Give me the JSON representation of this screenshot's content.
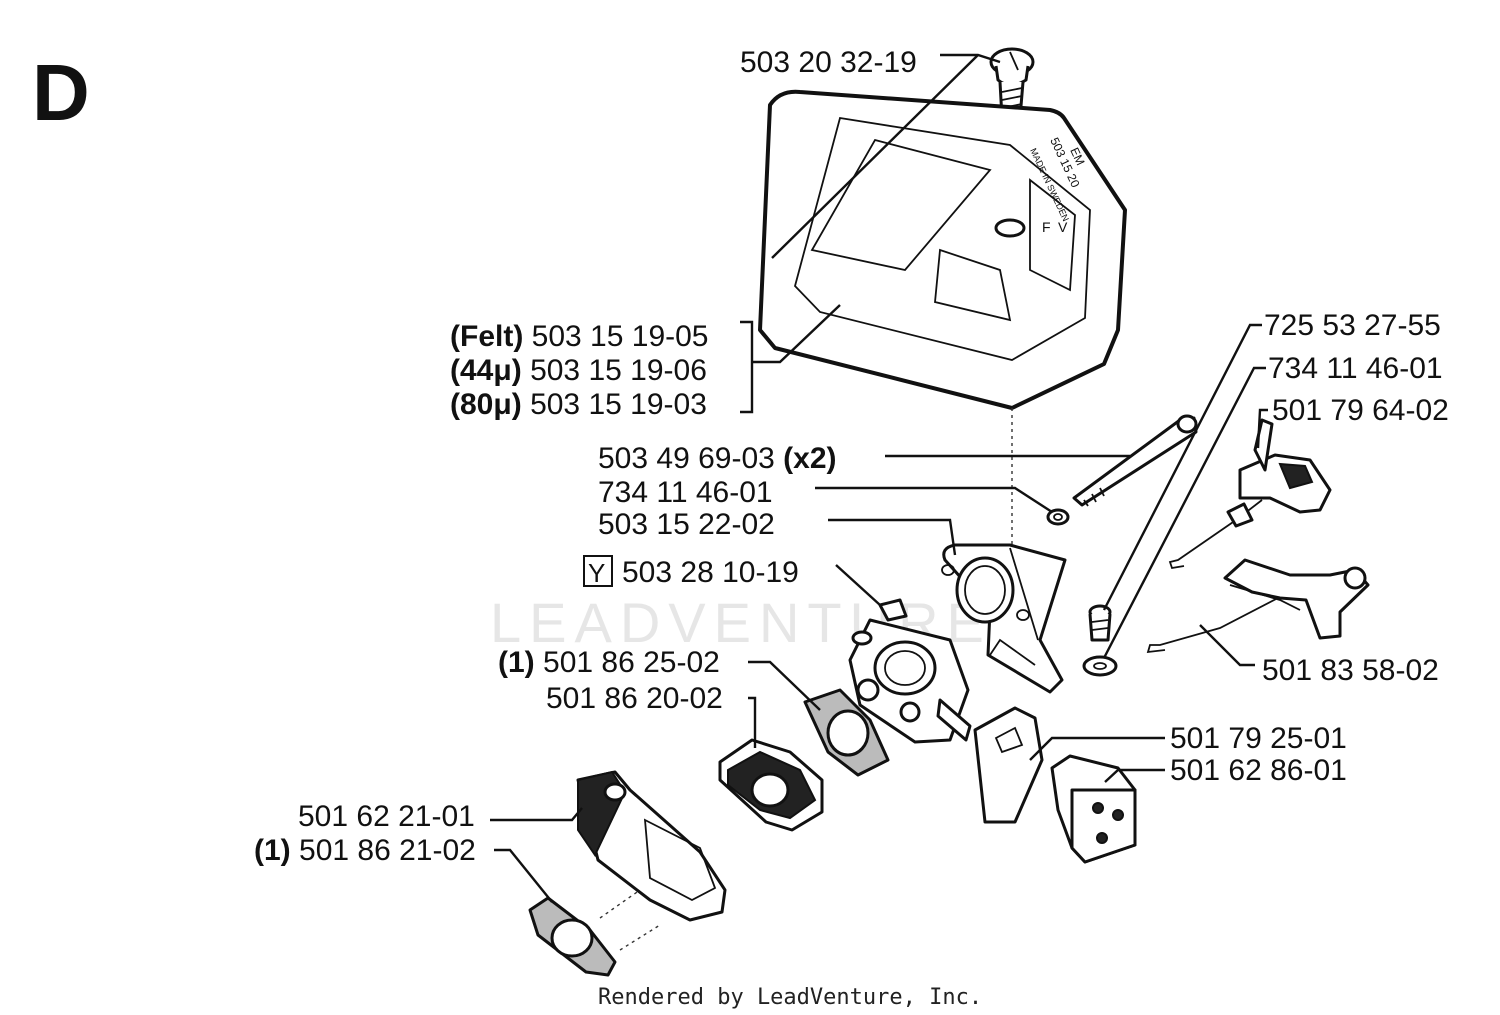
{
  "section_letter": "D",
  "watermark": "LEADVENTURE",
  "footer": "Rendered by LeadVenture, Inc.",
  "cover_marking": [
    "503 15 20",
    "EM",
    "MADE IN SWEDEN",
    "F",
    "V"
  ],
  "parts": [
    {
      "id": "screw-top",
      "prefix": "",
      "number": "503 20 32-19",
      "suffix": ""
    },
    {
      "id": "filter-felt",
      "prefix": "(Felt)",
      "number": "503 15 19-05",
      "suffix": ""
    },
    {
      "id": "filter-44",
      "prefix": "(44μ)",
      "number": "503 15 19-06",
      "suffix": ""
    },
    {
      "id": "filter-80",
      "prefix": "(80μ)",
      "number": "503 15 19-03",
      "suffix": ""
    },
    {
      "id": "long-bolt",
      "prefix": "",
      "number": "503 49 69-03",
      "suffix": "(x2)"
    },
    {
      "id": "washer-left",
      "prefix": "",
      "number": "734 11 46-01",
      "suffix": ""
    },
    {
      "id": "filter-holder",
      "prefix": "",
      "number": "503 15 22-02",
      "suffix": ""
    },
    {
      "id": "carburetor",
      "prefix": "Y",
      "number": "503 28 10-19",
      "suffix": ""
    },
    {
      "id": "gasket-upper",
      "prefix": "(1)",
      "number": "501 86 25-02",
      "suffix": ""
    },
    {
      "id": "insulator",
      "prefix": "",
      "number": "501 86 20-02",
      "suffix": ""
    },
    {
      "id": "intake-flange",
      "prefix": "",
      "number": "501 62 21-01",
      "suffix": ""
    },
    {
      "id": "gasket-lower",
      "prefix": "(1)",
      "number": "501 86 21-02",
      "suffix": ""
    },
    {
      "id": "screw-right",
      "prefix": "",
      "number": "725 53 27-55",
      "suffix": ""
    },
    {
      "id": "washer-right",
      "prefix": "",
      "number": "734 11 46-01",
      "suffix": ""
    },
    {
      "id": "choke-lever",
      "prefix": "",
      "number": "501 79 64-02",
      "suffix": ""
    },
    {
      "id": "throttle-link",
      "prefix": "",
      "number": "501 83 58-02",
      "suffix": ""
    },
    {
      "id": "plate",
      "prefix": "",
      "number": "501 79 25-01",
      "suffix": ""
    },
    {
      "id": "block",
      "prefix": "",
      "number": "501 62 86-01",
      "suffix": ""
    }
  ]
}
